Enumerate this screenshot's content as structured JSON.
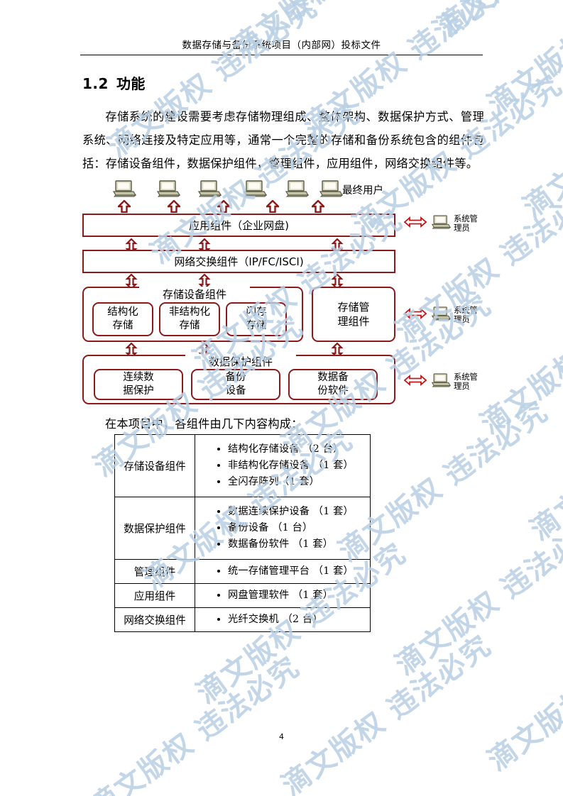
{
  "header": {
    "title": "数据存储与备份系统项目（内部网）投标文件"
  },
  "heading": {
    "number": "1.2",
    "text": "功能"
  },
  "paragraph": "存储系统的建设需要考虑存储物理组成、整体架构、数据保护方式、管理系统、网络连接及特定应用等，通常一个完整的存储和备份系统包含的组件包括：存储设备组件，数据保护组件，管理组件，应用组件，网络交换组件等。",
  "diagram": {
    "end_user_label": "最终用户",
    "application_box": "应用组件（企业网盘)",
    "network_box": "网络交换组件（IP/FC/ISCI)",
    "storage_group_title": "存储设备组件",
    "storage_items": [
      "结构化\n存储",
      "非结构化\n存储",
      "闪存\n存储"
    ],
    "storage_mgmt_box": "存储管\n理组件",
    "protection_group_title": "数据保护组件",
    "protection_items": [
      "连续数\n据保护",
      "备份\n设备",
      "数据备\n份软件"
    ],
    "admin_label": "系统管\n理员",
    "border_color": "#8B1A1A",
    "laptop_color": "#b5b597"
  },
  "after_diagram_text": "在本项目中，各组件由几下内容构成：",
  "table": {
    "rows": [
      {
        "category": "存储设备组件",
        "items": [
          "结构化存储设备 （2 台）",
          "非结构化存储设备 （1 套）",
          "全闪存阵列（1 套）"
        ]
      },
      {
        "category": "数据保护组件",
        "items": [
          "数据连续保护设备 （1 套）",
          "备份设备 （1 台）",
          "数据备份软件 （1 套）"
        ]
      },
      {
        "category": "管理组件",
        "items": [
          "统一存储管理平台 （1 套）"
        ]
      },
      {
        "category": "应用组件",
        "items": [
          "网盘管理软件 （1 套）"
        ]
      },
      {
        "category": "网络交换组件",
        "items": [
          "光纤交换机 （2 台）"
        ]
      }
    ]
  },
  "page_number": "4",
  "watermark": {
    "text": "滴文版权 违法必究",
    "color": "#b9cfe4"
  }
}
